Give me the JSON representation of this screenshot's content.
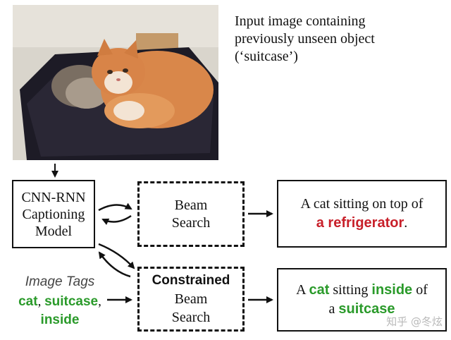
{
  "input_caption": {
    "line1": "Input image containing",
    "line2": "previously unseen object",
    "line3": "(‘suitcase’)"
  },
  "model_box": {
    "line1": "CNN-RNN",
    "line2": "Captioning",
    "line3": "Model"
  },
  "beam_search": {
    "line1": "Beam",
    "line2": "Search"
  },
  "constrained_beam_search": {
    "line1": "Constrained",
    "line2": "Beam",
    "line3": "Search"
  },
  "output_1": {
    "line1": "A cat sitting on top of",
    "highlight": "a refrigerator",
    "period": "."
  },
  "output_2": {
    "w1": "A ",
    "w2": "cat",
    "w3": " sitting ",
    "w4": "inside",
    "w5": " of",
    "w6": "a ",
    "w7": "suitcase"
  },
  "image_tags": {
    "title": "Image Tags",
    "tag1": "cat",
    "sep1": ", ",
    "tag2": "suitcase",
    "sep2": ",",
    "tag3": "inside"
  },
  "watermark": "知乎 @冬炫",
  "colors": {
    "error_red": "#c8202a",
    "constraint_green": "#2a9a2a",
    "cat_orange": "#d9874a"
  }
}
